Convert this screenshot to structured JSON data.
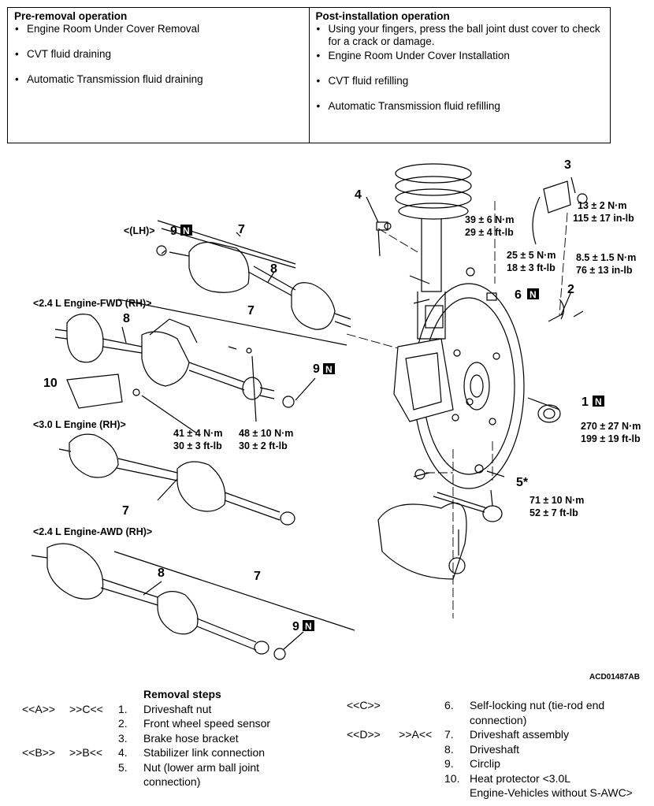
{
  "pre_removal": {
    "title": "Pre-removal operation",
    "items": [
      "Engine Room Under Cover Removal",
      "CVT fluid draining",
      "Automatic Transmission fluid draining"
    ]
  },
  "post_installation": {
    "title": "Post-installation operation",
    "items": [
      "Using your fingers, press the ball joint dust cover to check for a crack or damage.",
      "Engine Room Under Cover Installation",
      "CVT fluid refilling",
      "Automatic Transmission fluid refilling"
    ]
  },
  "diagram": {
    "labels": {
      "lh": "<(LH)>",
      "fwd24": "<2.4 L Engine-FWD (RH)>",
      "e30": "<3.0 L Engine (RH)>",
      "awd24": "<2.4 L Engine-AWD (RH)>",
      "code": "ACD01487AB"
    },
    "callouts": {
      "c1": "1",
      "c2": "2",
      "c3": "3",
      "c4": "4",
      "c5": "5*",
      "c6": "6",
      "c7": "7",
      "c8": "8",
      "c9": "9",
      "c10": "10",
      "n": "N"
    },
    "torques": {
      "t39": [
        "39 ± 6 N·m",
        "29 ± 4 ft-lb"
      ],
      "t13": [
        "13 ± 2 N·m",
        "115 ± 17 in-lb"
      ],
      "t25": [
        "25 ± 5 N·m",
        "18 ± 3 ft-lb"
      ],
      "t85": [
        "8.5 ± 1.5 N·m",
        "76 ± 13 in-lb"
      ],
      "t270": [
        "270 ± 27 N·m",
        "199 ± 19 ft-lb"
      ],
      "t41": [
        "41 ± 4 N·m",
        "30 ± 3 ft-lb"
      ],
      "t48": [
        "48 ± 10 N·m",
        "30 ± 2 ft-lb"
      ],
      "t71": [
        "71 ± 10 N·m",
        "52 ± 7 ft-lb"
      ]
    }
  },
  "removal_steps": {
    "title": "Removal steps",
    "left": [
      {
        "a": "<<A>>",
        "b": ">>C<<",
        "num": "1.",
        "text": "Driveshaft nut"
      },
      {
        "a": "",
        "b": "",
        "num": "2.",
        "text": "Front wheel speed sensor"
      },
      {
        "a": "",
        "b": "",
        "num": "3.",
        "text": "Brake hose bracket"
      },
      {
        "a": "<<B>>",
        "b": ">>B<<",
        "num": "4.",
        "text": "Stabilizer link connection"
      },
      {
        "a": "",
        "b": "",
        "num": "5.",
        "text": "Nut (lower arm ball joint"
      },
      {
        "a": "",
        "b": "",
        "num": "",
        "text": "connection)"
      }
    ],
    "right": [
      {
        "a": "<<C>>",
        "num": "6.",
        "text": "Self-locking nut (tie-rod end"
      },
      {
        "a": "",
        "num": "",
        "text": "connection)"
      },
      {
        "a": "<<D>>      >>A<<",
        "num": "7.",
        "text": "Driveshaft assembly"
      },
      {
        "a": "",
        "num": "8.",
        "text": "Driveshaft"
      },
      {
        "a": "",
        "num": "9.",
        "text": "Circlip"
      },
      {
        "a": "",
        "num": "10.",
        "text": "Heat protector <3.0L"
      },
      {
        "a": "",
        "num": "",
        "text": "Engine-Vehicles without S-AWC>"
      }
    ]
  }
}
